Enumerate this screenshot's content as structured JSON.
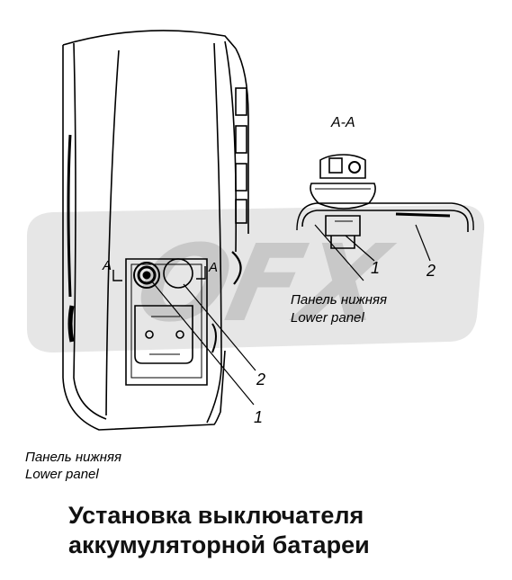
{
  "section_title": "A-A",
  "section_mark_left": "A",
  "section_mark_right": "A",
  "callouts": {
    "main_switch": "1",
    "main_mount": "2",
    "detail_switch": "1",
    "detail_mount": "2"
  },
  "labels": {
    "detail_panel_ru": "Панель нижняя",
    "detail_panel_en": "Lower panel",
    "main_panel_ru": "Панель нижняя",
    "main_panel_en": "Lower panel"
  },
  "watermark": "OFX",
  "caption": {
    "line1": "Установка выключателя",
    "line2": "аккумуляторной батареи"
  },
  "colors": {
    "ink": "#000000",
    "watermark": "#d9d9d9",
    "background": "#ffffff"
  }
}
